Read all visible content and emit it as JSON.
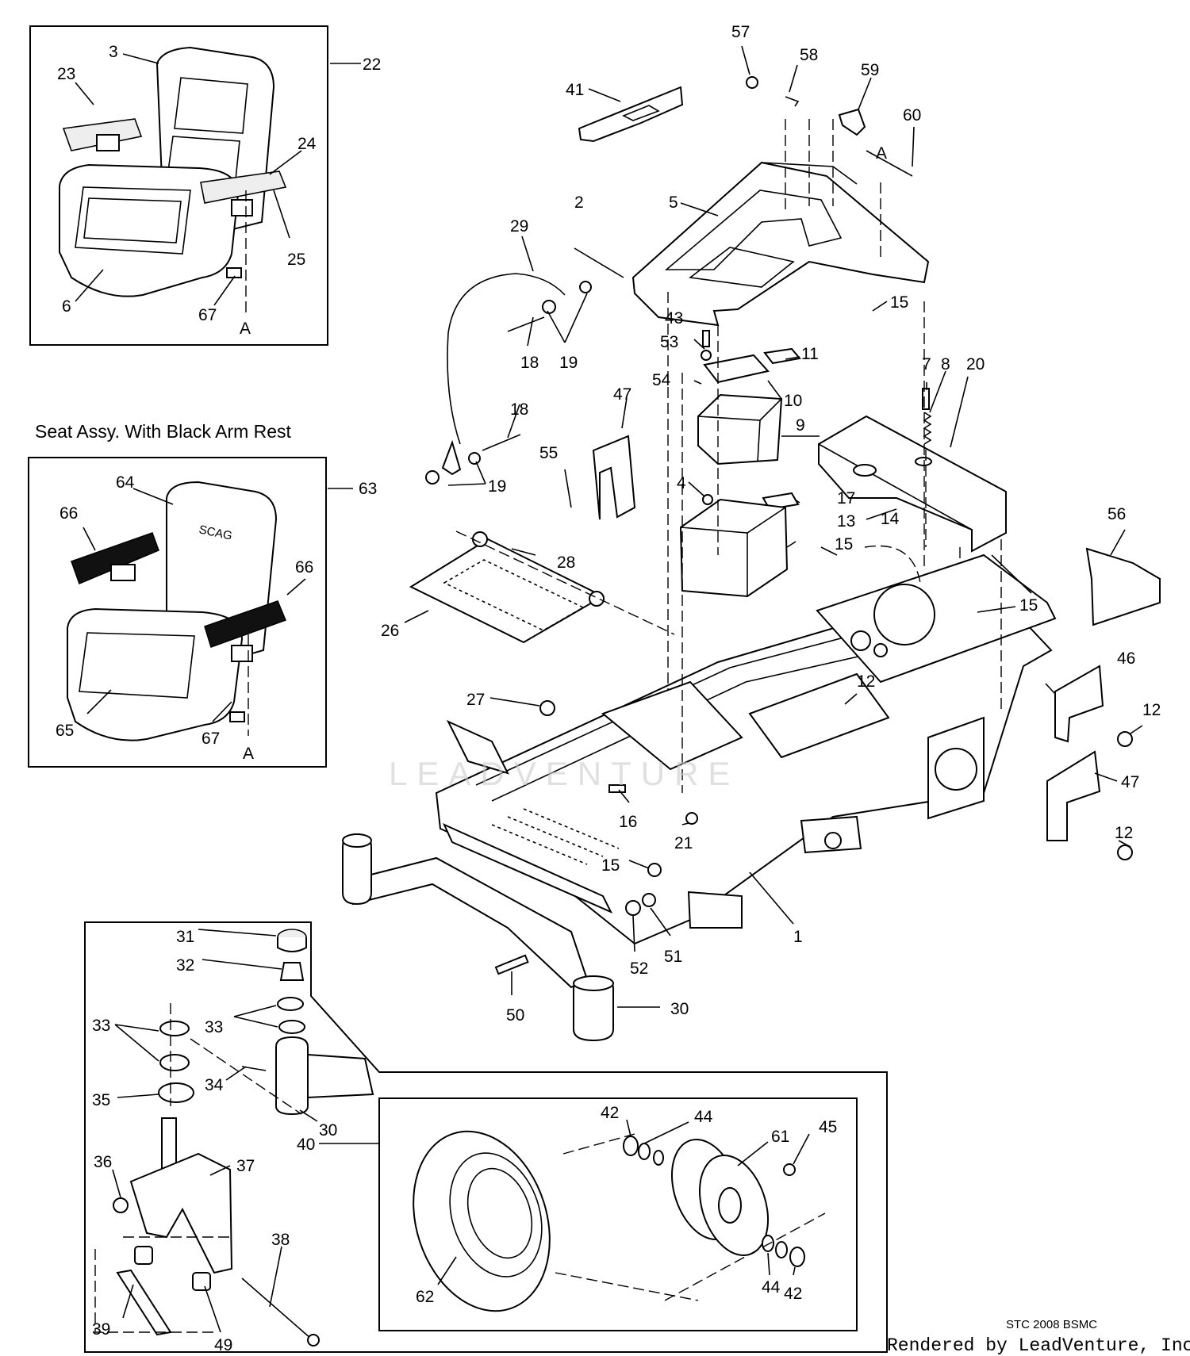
{
  "captions": {
    "seat_black_armrest": "Seat Assy. With Black Arm Rest",
    "copyright": "STC 2008 BSMC",
    "rendered_by": "Rendered by LeadVenture, Inc.",
    "watermark": "LEADVENTURE"
  },
  "seat_logo": "SCAG",
  "callouts": [
    {
      "id": "c3",
      "label": "3"
    },
    {
      "id": "c23",
      "label": "23"
    },
    {
      "id": "c22",
      "label": "22"
    },
    {
      "id": "c24",
      "label": "24"
    },
    {
      "id": "c25",
      "label": "25"
    },
    {
      "id": "c6",
      "label": "6"
    },
    {
      "id": "c67a",
      "label": "67"
    },
    {
      "id": "cAa",
      "label": "A"
    },
    {
      "id": "c41",
      "label": "41"
    },
    {
      "id": "c57",
      "label": "57"
    },
    {
      "id": "c58",
      "label": "58"
    },
    {
      "id": "c59",
      "label": "59"
    },
    {
      "id": "c60",
      "label": "60"
    },
    {
      "id": "cAb",
      "label": "A"
    },
    {
      "id": "c2",
      "label": "2"
    },
    {
      "id": "c5",
      "label": "5"
    },
    {
      "id": "c15a",
      "label": "15"
    },
    {
      "id": "c29",
      "label": "29"
    },
    {
      "id": "c18a",
      "label": "18"
    },
    {
      "id": "c19a",
      "label": "19"
    },
    {
      "id": "c43",
      "label": "43"
    },
    {
      "id": "c53",
      "label": "53"
    },
    {
      "id": "c11",
      "label": "11"
    },
    {
      "id": "c54",
      "label": "54"
    },
    {
      "id": "c10",
      "label": "10"
    },
    {
      "id": "c9",
      "label": "9"
    },
    {
      "id": "c7",
      "label": "7"
    },
    {
      "id": "c8",
      "label": "8"
    },
    {
      "id": "c20",
      "label": "20"
    },
    {
      "id": "c18b",
      "label": "18"
    },
    {
      "id": "c47a",
      "label": "47"
    },
    {
      "id": "c19b",
      "label": "19"
    },
    {
      "id": "c55",
      "label": "55"
    },
    {
      "id": "c4",
      "label": "4"
    },
    {
      "id": "c17",
      "label": "17"
    },
    {
      "id": "c14",
      "label": "14"
    },
    {
      "id": "c13",
      "label": "13"
    },
    {
      "id": "c15b",
      "label": "15"
    },
    {
      "id": "c56",
      "label": "56"
    },
    {
      "id": "c15c",
      "label": "15"
    },
    {
      "id": "c64",
      "label": "64"
    },
    {
      "id": "c66a",
      "label": "66"
    },
    {
      "id": "c66b",
      "label": "66"
    },
    {
      "id": "c63",
      "label": "63"
    },
    {
      "id": "c28",
      "label": "28"
    },
    {
      "id": "c26",
      "label": "26"
    },
    {
      "id": "c65",
      "label": "65"
    },
    {
      "id": "c67b",
      "label": "67"
    },
    {
      "id": "cAc",
      "label": "A"
    },
    {
      "id": "c27",
      "label": "27"
    },
    {
      "id": "c12a",
      "label": "12"
    },
    {
      "id": "c46",
      "label": "46"
    },
    {
      "id": "c12b",
      "label": "12"
    },
    {
      "id": "c47b",
      "label": "47"
    },
    {
      "id": "c12c",
      "label": "12"
    },
    {
      "id": "c16",
      "label": "16"
    },
    {
      "id": "c21",
      "label": "21"
    },
    {
      "id": "c15d",
      "label": "15"
    },
    {
      "id": "c1",
      "label": "1"
    },
    {
      "id": "c52",
      "label": "52"
    },
    {
      "id": "c51",
      "label": "51"
    },
    {
      "id": "c50",
      "label": "50"
    },
    {
      "id": "c30a",
      "label": "30"
    },
    {
      "id": "c31",
      "label": "31"
    },
    {
      "id": "c32",
      "label": "32"
    },
    {
      "id": "c33a",
      "label": "33"
    },
    {
      "id": "c33b",
      "label": "33"
    },
    {
      "id": "c34",
      "label": "34"
    },
    {
      "id": "c35",
      "label": "35"
    },
    {
      "id": "c30b",
      "label": "30"
    },
    {
      "id": "c36",
      "label": "36"
    },
    {
      "id": "c37",
      "label": "37"
    },
    {
      "id": "c38",
      "label": "38"
    },
    {
      "id": "c39",
      "label": "39"
    },
    {
      "id": "c49",
      "label": "49"
    },
    {
      "id": "c40",
      "label": "40"
    },
    {
      "id": "c42a",
      "label": "42"
    },
    {
      "id": "c44a",
      "label": "44"
    },
    {
      "id": "c61",
      "label": "61"
    },
    {
      "id": "c45",
      "label": "45"
    },
    {
      "id": "c62",
      "label": "62"
    },
    {
      "id": "c44b",
      "label": "44"
    },
    {
      "id": "c42b",
      "label": "42"
    }
  ]
}
